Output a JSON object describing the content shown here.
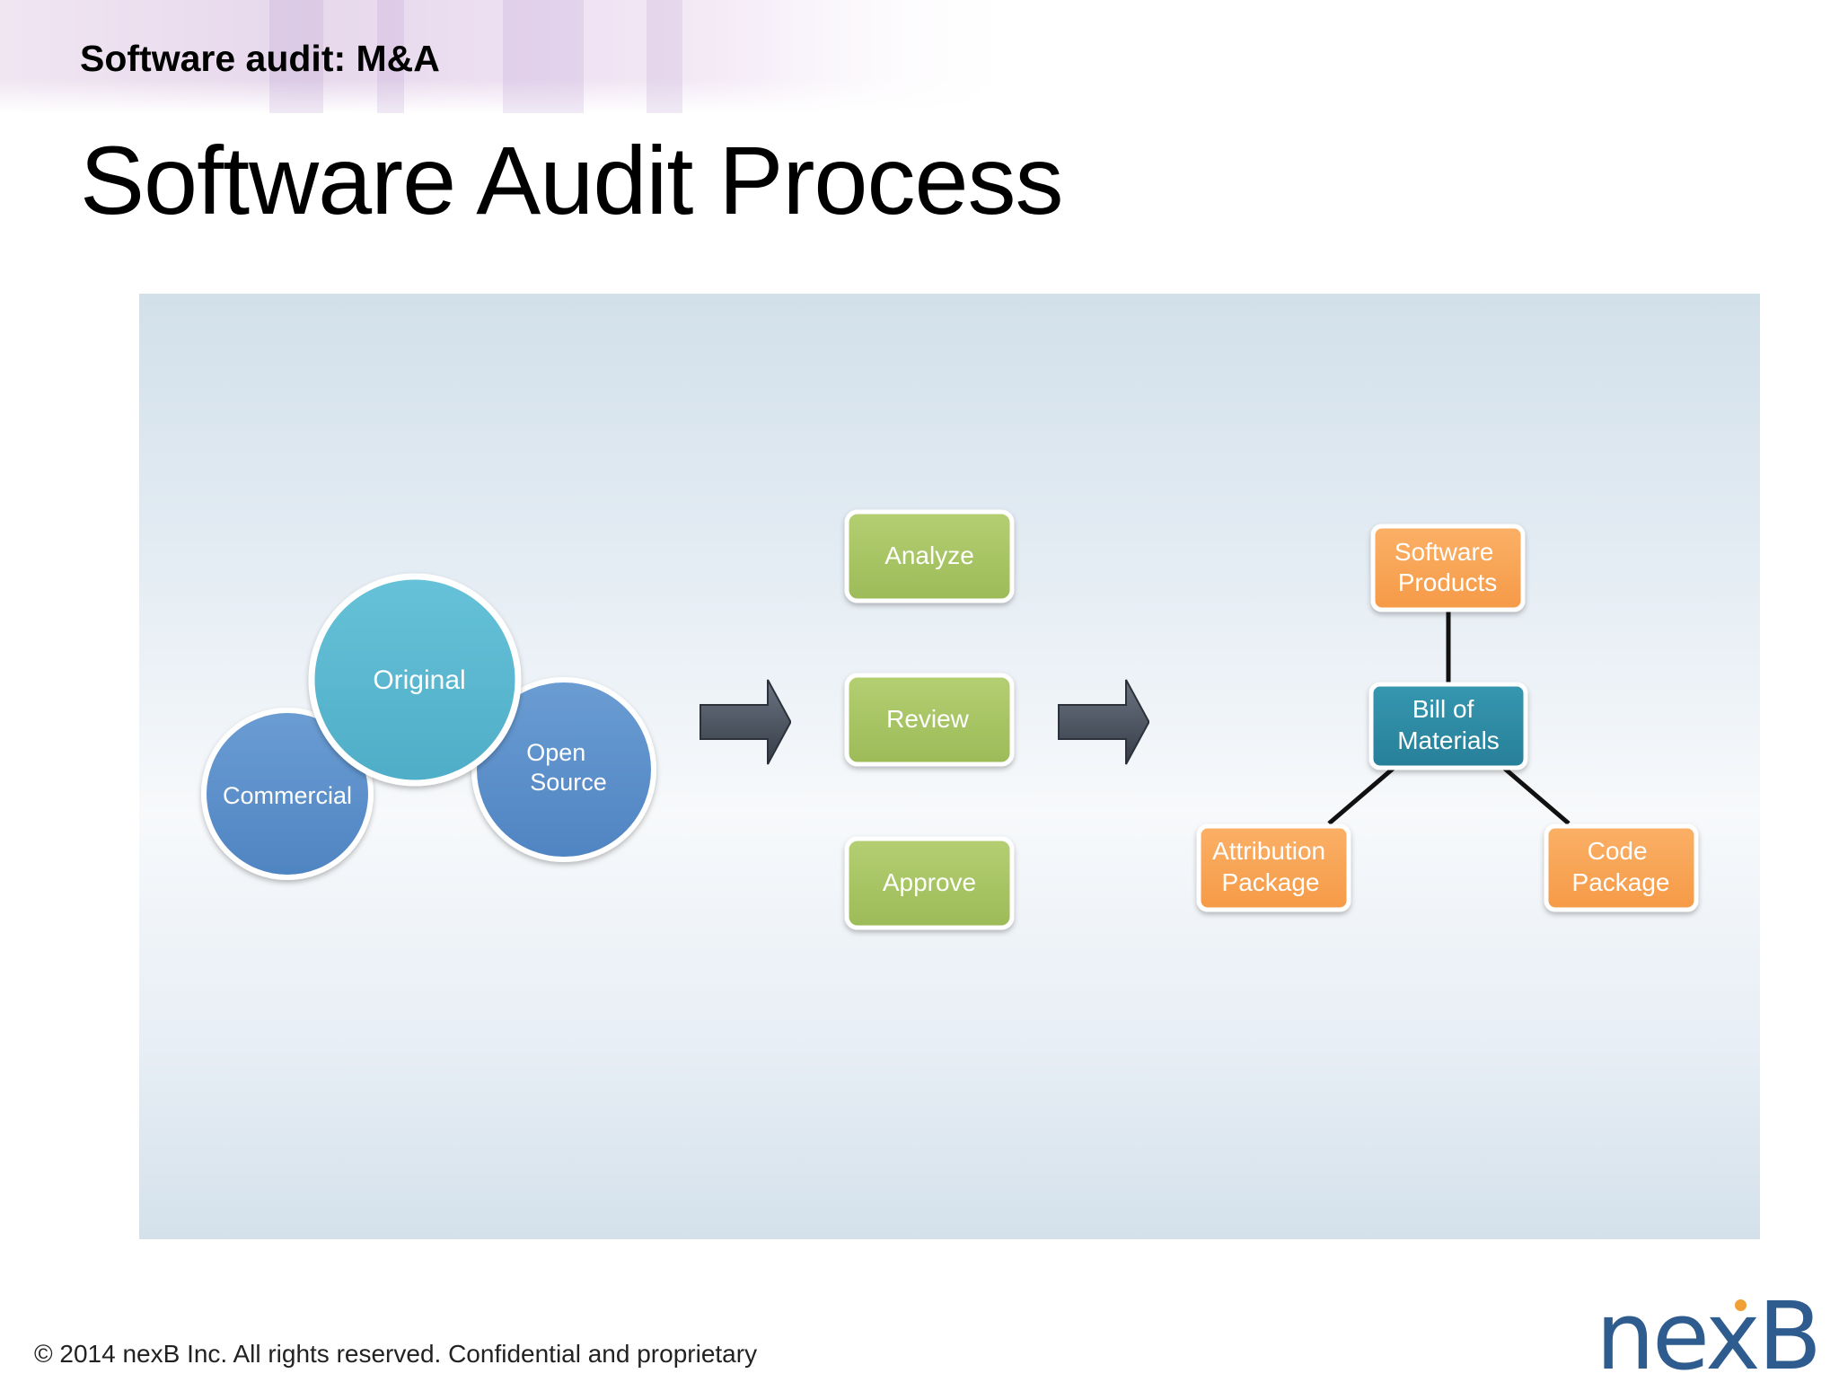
{
  "header": {
    "kicker": "Software audit: M&A",
    "title": "Software Audit Process"
  },
  "diagram": {
    "sources": {
      "commercial": [
        "Commercial"
      ],
      "original": [
        "Original"
      ],
      "open_source": [
        "Open",
        "Source"
      ]
    },
    "steps": {
      "analyze": [
        "Analyze"
      ],
      "review": [
        "Review"
      ],
      "approve": [
        "Approve"
      ]
    },
    "outputs": {
      "software_products": [
        "Software",
        "Products"
      ],
      "bill_of_materials": [
        "Bill of",
        "Materials"
      ],
      "attribution_package": [
        "Attribution",
        "Package"
      ],
      "code_package": [
        "Code",
        "Package"
      ]
    },
    "colors": {
      "circle_blue": "#5b8ec9",
      "circle_teal": "#5ab7cf",
      "step_green": "#a8c566",
      "output_orange": "#f8a455",
      "bom_teal": "#2e8aa3",
      "arrow_gray": "#4a5260"
    }
  },
  "footer": {
    "copyright": "© 2014 nexB Inc.  All rights reserved. Confidential and proprietary",
    "logo": "nexB"
  }
}
